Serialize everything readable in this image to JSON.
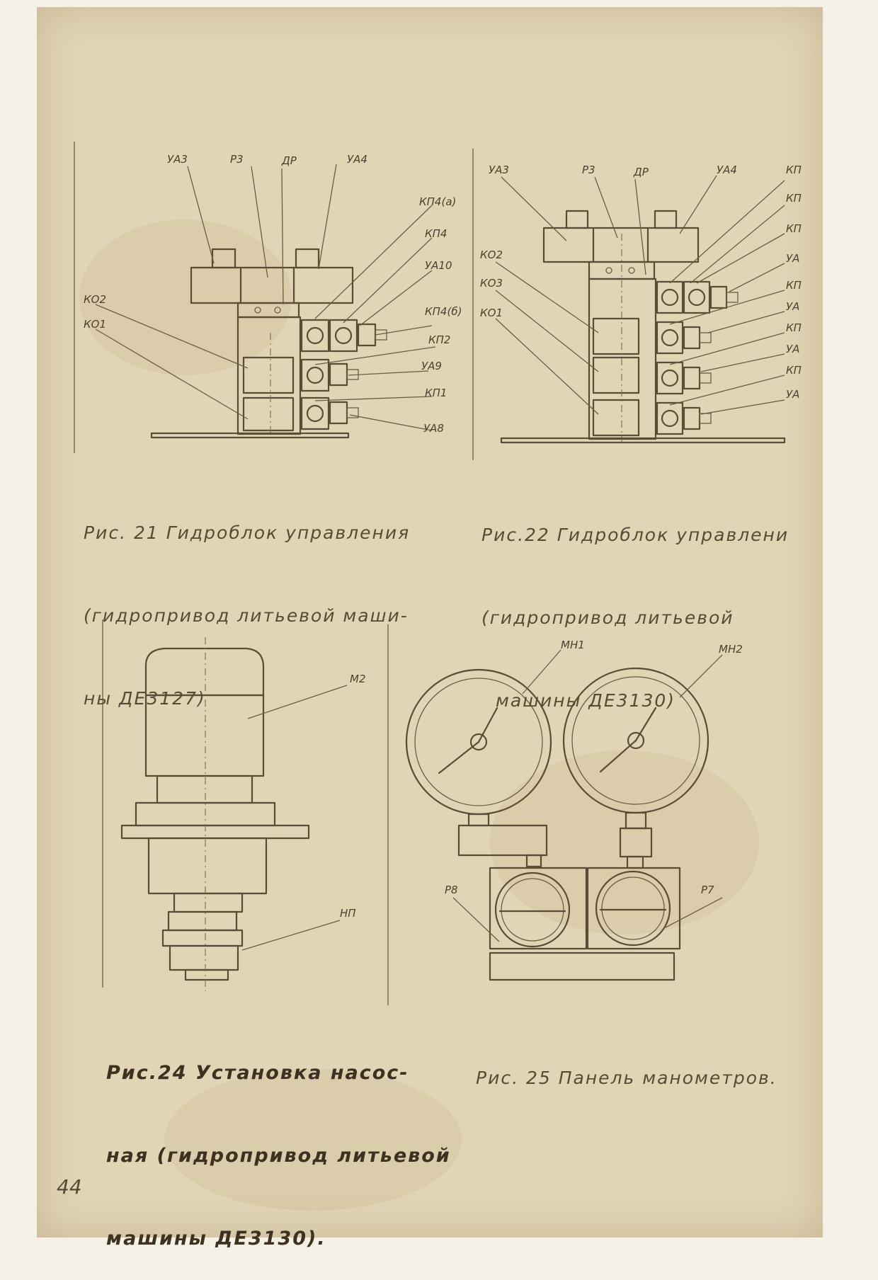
{
  "page_number": "44",
  "figures": {
    "fig21": {
      "caption_lines": [
        "Рис. 21 Гидроблок управления",
        "(гидропривод литьевой маши-",
        "ны ДЕ3127)"
      ],
      "labels": {
        "ya3": "УА3",
        "r3": "Р3",
        "dr": "ДР",
        "ya4": "УА4",
        "kp4a": "КП4(а)",
        "kp4": "КП4",
        "ya10": "УА10",
        "kp4b": "КП4(б)",
        "kp2": "КП2",
        "ya9": "УА9",
        "kp1": "КП1",
        "ya8": "УА8",
        "ko2": "КО2",
        "ko1": "КО1"
      }
    },
    "fig22": {
      "caption_lines": [
        "Рис.22 Гидроблок управлени",
        "(гидропривод литьевой",
        "машины ДЕ3130)"
      ],
      "labels": {
        "ya3": "УА3",
        "r3": "Р3",
        "dr": "ДР",
        "ya4": "УА4",
        "ko2": "КО2",
        "ko3": "КО3",
        "ko1": "КО1",
        "r1": "КП",
        "r2": "КП",
        "r3b": "КП",
        "r4": "УА",
        "r5": "КП",
        "r6": "УА",
        "r7": "КП",
        "r8": "УА",
        "r9": "КП",
        "r10": "УА"
      }
    },
    "fig24": {
      "caption_lines": [
        "Рис.24 Установка насос-",
        "ная (гидропривод литьевой",
        "машины ДЕ3130)."
      ],
      "labels": {
        "m2": "М2",
        "np": "НП"
      }
    },
    "fig25": {
      "caption_lines": [
        "Рис. 25 Панель манометров."
      ],
      "labels": {
        "mn1": "МН1",
        "mn2": "МН2",
        "r8": "Р8",
        "r7": "Р7"
      }
    }
  }
}
